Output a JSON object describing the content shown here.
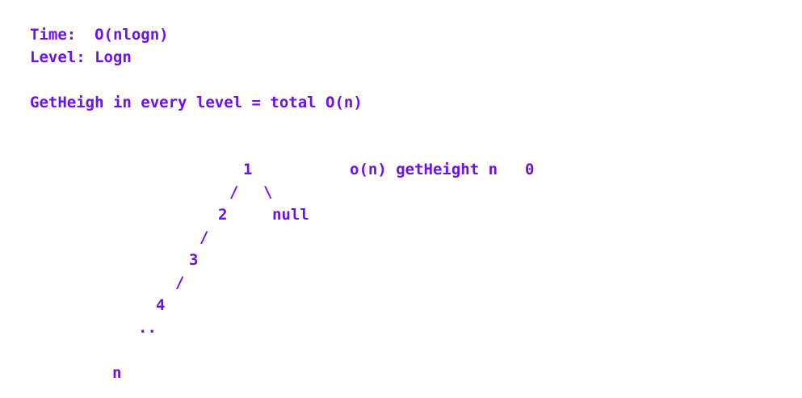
{
  "colors": {
    "text": "#6c10ee",
    "background": "#ffffff"
  },
  "notes": {
    "time": "Time:  O(nlogn)",
    "level": "Level: Logn",
    "getheigh": "GetHeigh in every level = total O(n)"
  },
  "tree": {
    "node_1": "1",
    "edge_1_left": "/",
    "edge_1_right": "\\",
    "node_2": "2",
    "right_child": "null",
    "edge_2_left": "/",
    "node_3": "3",
    "edge_3_left": "/",
    "node_4": "4",
    "ellipsis": "..",
    "node_n": "n"
  },
  "annotation": {
    "height_note": "o(n) getHeight n",
    "height_value": "0"
  }
}
